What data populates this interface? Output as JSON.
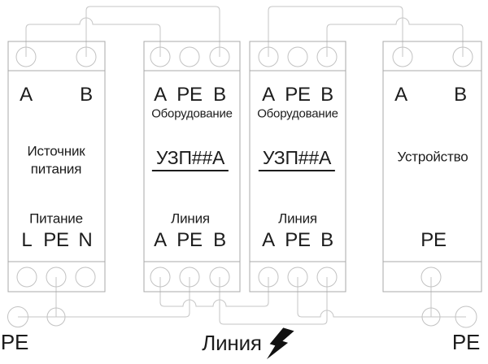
{
  "colors": {
    "background": "#ffffff",
    "block_border": "#a8a8a8",
    "wire": "#c6c6c6",
    "terminal": "#c2c2c2",
    "text": "#1c1c1c",
    "bolt": "#111111"
  },
  "blocks": {
    "power_source": {
      "terminals_top": {
        "a": "A",
        "b": "B"
      },
      "name_line1": "Источник",
      "name_line2": "питания",
      "section_bottom": "Питание",
      "terminals_bottom": {
        "l": "L",
        "pe": "PE",
        "n": "N"
      }
    },
    "uzp_left": {
      "terminals_top": {
        "a": "A",
        "pe": "PE",
        "b": "B"
      },
      "section_top": "Оборудование",
      "model": "УЗП##А",
      "section_bottom": "Линия",
      "terminals_bottom": {
        "a": "A",
        "pe": "PE",
        "b": "B"
      }
    },
    "uzp_right": {
      "terminals_top": {
        "a": "A",
        "pe": "PE",
        "b": "B"
      },
      "section_top": "Оборудование",
      "model": "УЗП##А",
      "section_bottom": "Линия",
      "terminals_bottom": {
        "a": "A",
        "pe": "PE",
        "b": "B"
      }
    },
    "device": {
      "terminals_top": {
        "a": "A",
        "b": "B"
      },
      "name": "Устройство",
      "terminals_bottom": {
        "pe": "PE"
      }
    }
  },
  "ground": {
    "left_label": "PE",
    "right_label": "PE"
  },
  "line_label": "Линия",
  "icons": {
    "lightning": "lightning-bolt-icon"
  }
}
